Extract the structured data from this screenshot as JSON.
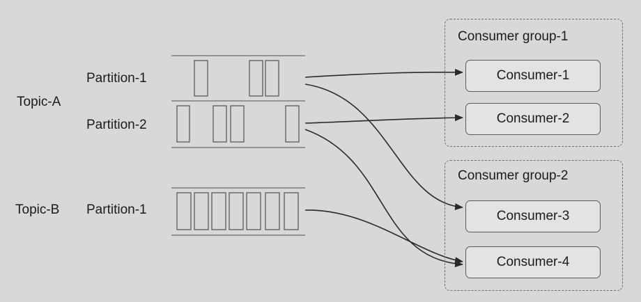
{
  "topics": [
    {
      "name": "Topic-A",
      "partitions": [
        "Partition-1",
        "Partition-2"
      ]
    },
    {
      "name": "Topic-B",
      "partitions": [
        "Partition-1"
      ]
    }
  ],
  "consumer_groups": [
    {
      "name": "Consumer group-1",
      "consumers": [
        "Consumer-1",
        "Consumer-2"
      ]
    },
    {
      "name": "Consumer group-2",
      "consumers": [
        "Consumer-3",
        "Consumer-4"
      ]
    }
  ]
}
